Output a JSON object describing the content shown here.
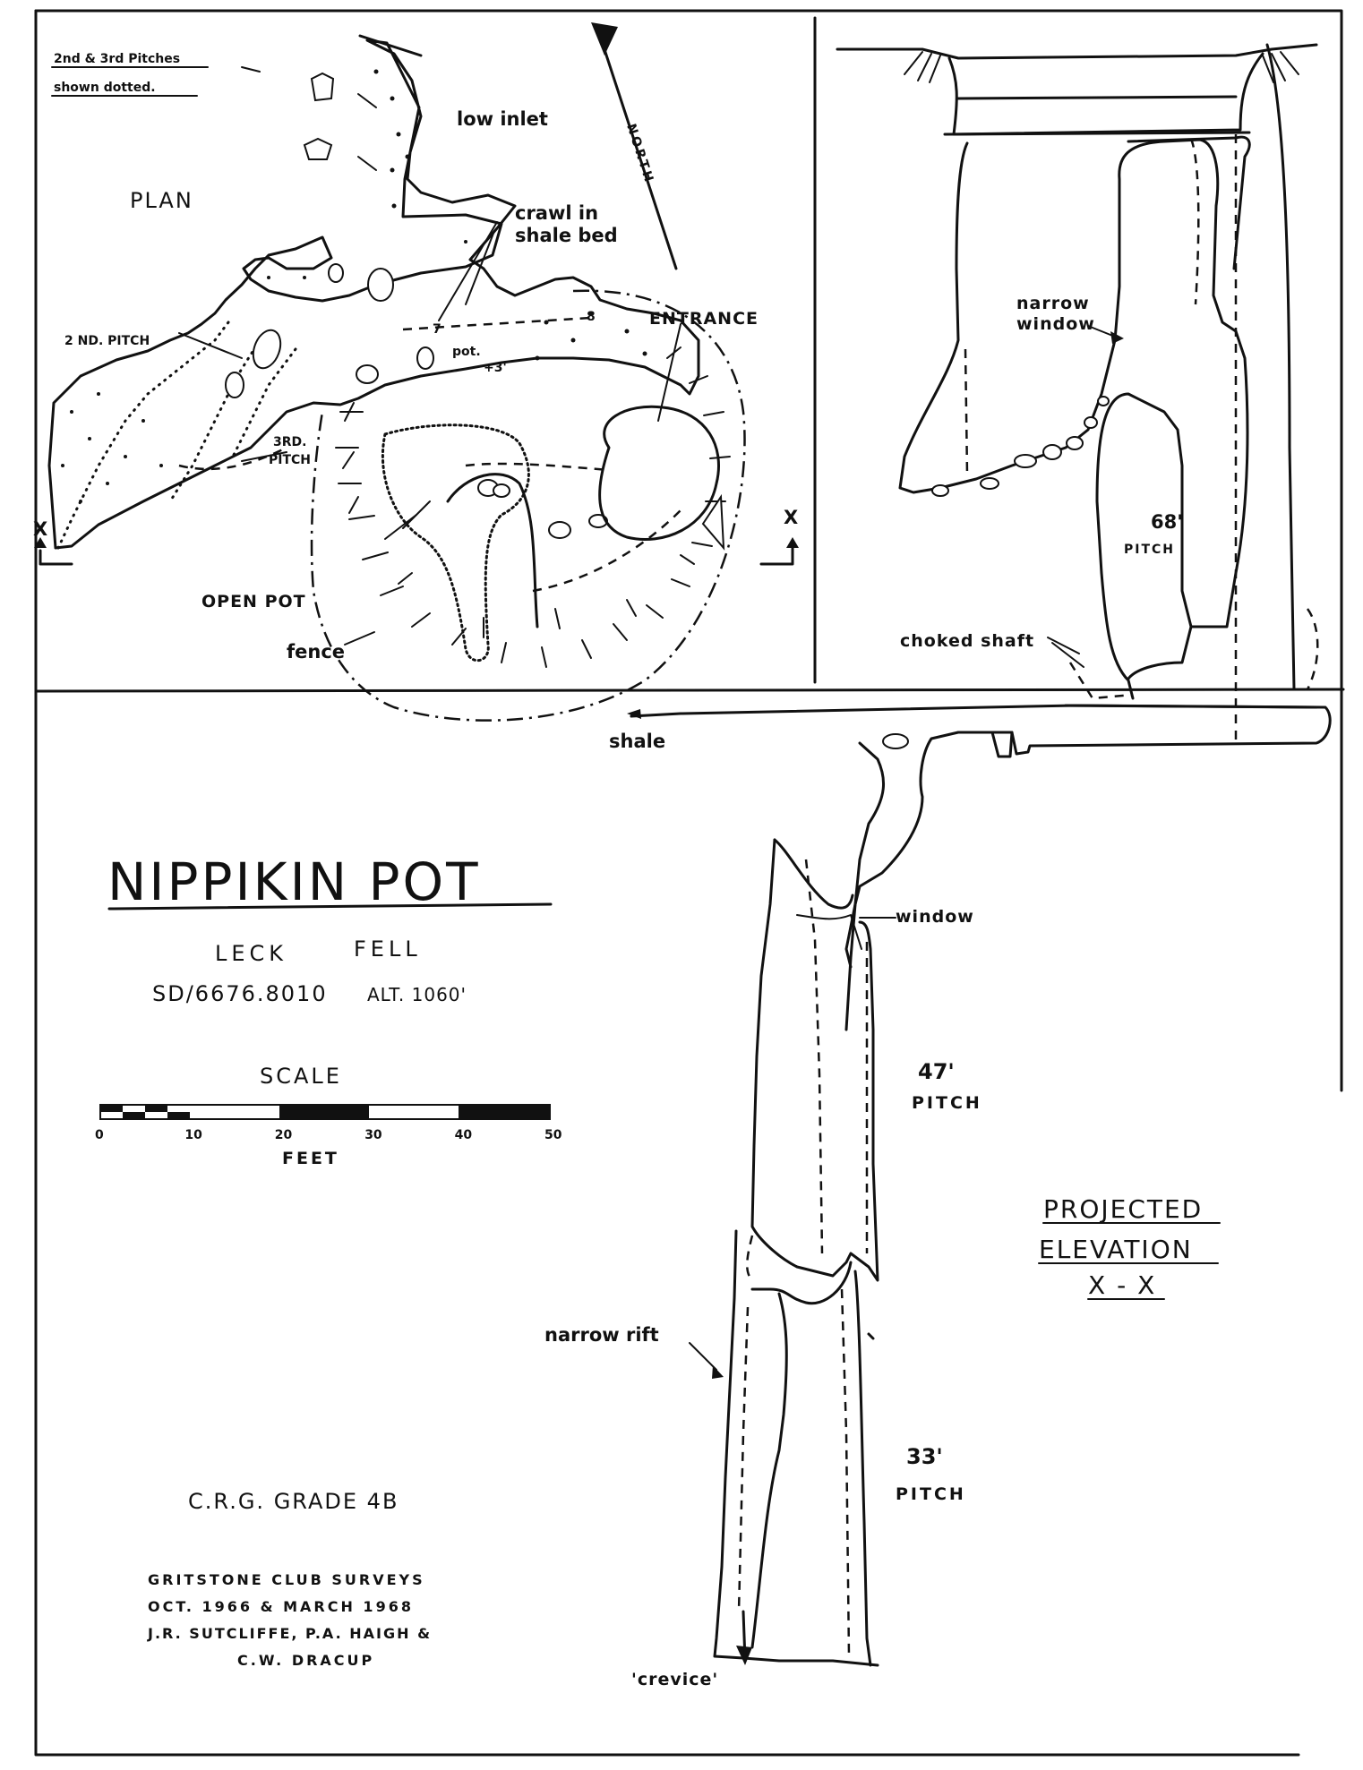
{
  "plan": {
    "title": "PLAN",
    "note_line1": "2nd & 3rd Pitches",
    "note_line2": "shown dotted.",
    "north": "NORTH",
    "low_inlet": "low inlet",
    "crawl_line1": "crawl in",
    "crawl_line2": "shale bed",
    "entrance": "ENTRANCE",
    "second_pitch": "2 ND. PITCH",
    "third_pitch_line1": "3RD.",
    "third_pitch_line2": "PITCH",
    "pot": "pot.",
    "open_pot": "OPEN POT",
    "fence": "fence",
    "shale": "shale",
    "section_marker": "X",
    "spot_height_1": "+3'",
    "spot_height_2": "7",
    "spot_height_3": "8"
  },
  "elevation": {
    "narrow_window_line1": "narrow",
    "narrow_window_line2": "window",
    "pitch_68": "68'",
    "pitch_47": "47'",
    "pitch_33": "33'",
    "pitch_word": "PITCH",
    "choked_shaft": "choked shaft",
    "window": "window",
    "narrow_rift": "narrow rift",
    "crevice": "'crevice'",
    "title_line1": "PROJECTED",
    "title_line2": "ELEVATION",
    "title_line3": "X - X"
  },
  "info": {
    "cave_name": "NIPPIKIN POT",
    "location_1": "LECK",
    "location_2": "FELL",
    "grid_ref": "SD/6676.8010",
    "altitude": "ALT. 1060'",
    "grade": "C.R.G. GRADE 4B",
    "credits": [
      "GRITSTONE CLUB SURVEYS",
      "OCT. 1966 & MARCH 1968",
      "J.R. SUTCLIFFE, P.A. HAIGH &",
      "C.W. DRACUP"
    ]
  },
  "scale": {
    "title": "SCALE",
    "unit": "FEET",
    "ticks": [
      "0",
      "10",
      "20",
      "30",
      "40",
      "50"
    ]
  }
}
